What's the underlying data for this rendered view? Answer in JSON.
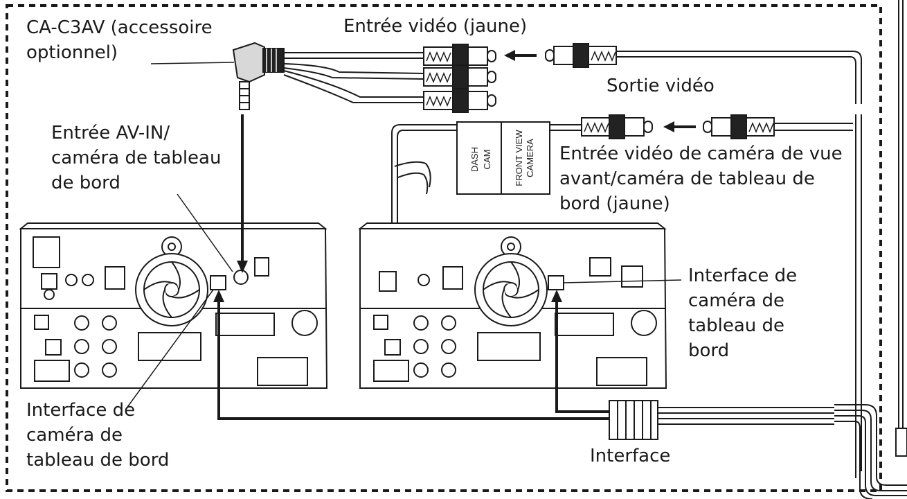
{
  "labels": {
    "accessory": "CA-C3AV (accessoire\noptionnel)",
    "video_in_yellow": "Entrée vidéo (jaune)",
    "video_out": "Sortie vidéo",
    "av_in": "Entrée AV-IN/\ncaméra de tableau\nde bord",
    "front_cam_in": "Entrée vidéo de caméra de vue\navant/caméra de tableau de\nbord (jaune)",
    "dashcam_iface_right": "Interface de\ncaméra de\ntableau de\nbord",
    "dashcam_iface_left": "Interface de\ncaméra de\ntableau de bord",
    "interface": "Interface"
  },
  "box_labels": {
    "dash_cam": [
      "DASH",
      "CAM"
    ],
    "front_view_camera": [
      "FRONT VIEW",
      "CAMERA"
    ]
  },
  "colors": {
    "line": "#1a1a1a",
    "background": "#ffffff",
    "cable_fill": "#ffffff"
  }
}
